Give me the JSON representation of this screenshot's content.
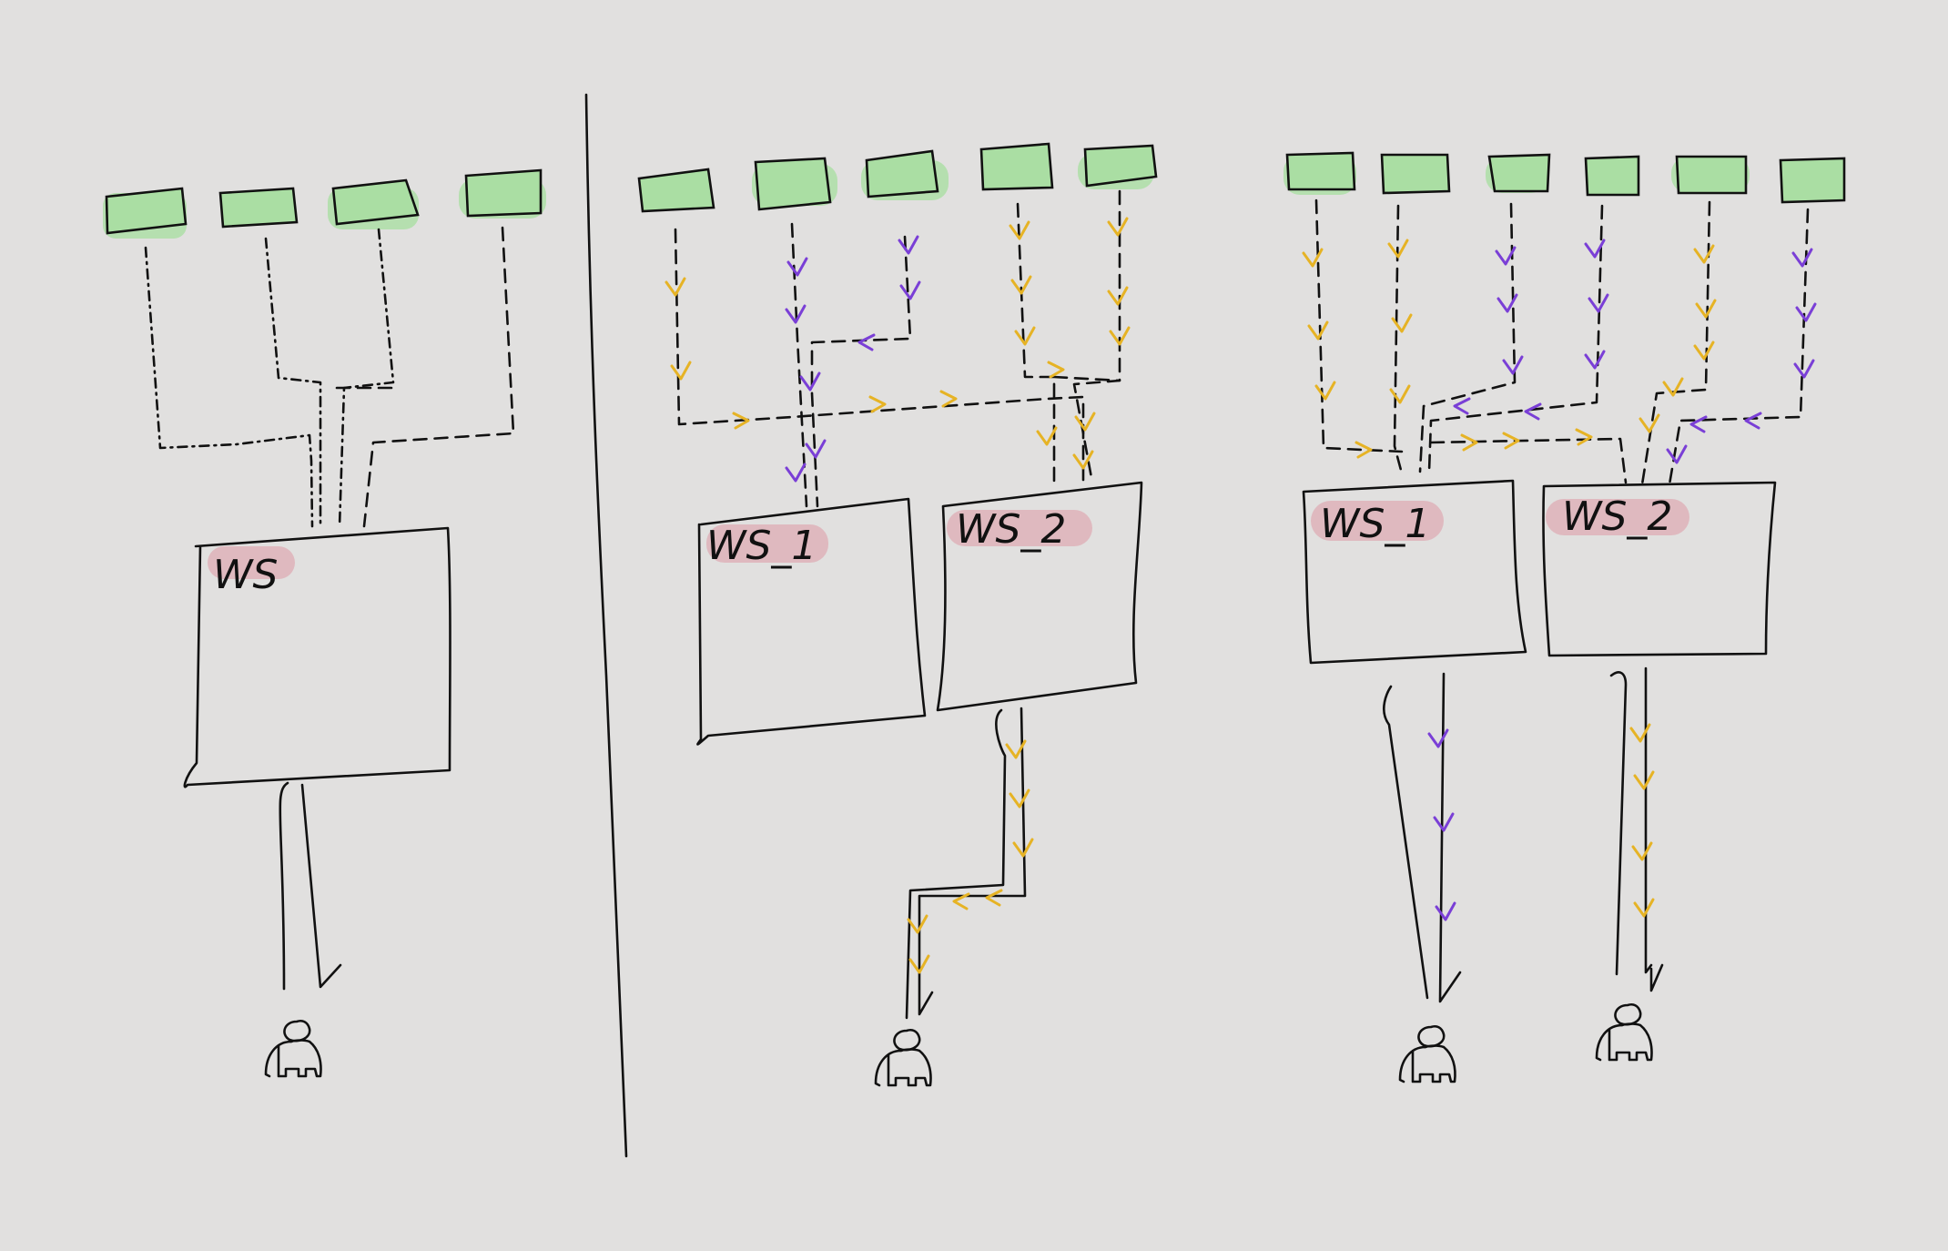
{
  "panels": [
    {
      "id": "panel-single",
      "sources": 4,
      "workspaces": [
        {
          "label": "WS"
        }
      ],
      "users": 1
    },
    {
      "id": "panel-two-shared",
      "sources": 5,
      "workspaces": [
        {
          "label": "WS_1"
        },
        {
          "label": "WS_2"
        }
      ],
      "users": 1
    },
    {
      "id": "panel-two-separate",
      "sources": 6,
      "workspaces": [
        {
          "label": "WS_1"
        },
        {
          "label": "WS_2"
        }
      ],
      "users": 2
    }
  ],
  "colors": {
    "background": "#e1e0df",
    "source": "#aadea3",
    "workspace_label": "#dfb9bf",
    "flow_a": "#e6b325",
    "flow_b": "#7a3fd6",
    "ink": "#111111"
  }
}
